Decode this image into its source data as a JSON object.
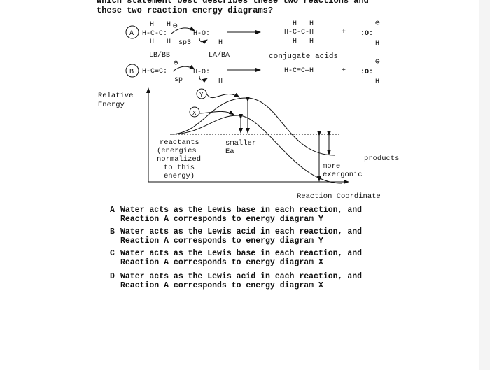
{
  "question": {
    "line1": "Which statement best describes these two reactions and",
    "line2": "these two reaction energy diagrams?"
  },
  "reactions": {
    "a": {
      "label": "A",
      "reactant1_top": "H   H",
      "reactant1": "H-C-C:",
      "reactant1_bottom": "H   H",
      "hybrid": "sp3",
      "charge": "⊖",
      "water": "H-O:",
      "water_h": "H",
      "product1_top": "H   H",
      "product1": "H-C-C-H",
      "product1_bottom": "H   H",
      "plus": "+",
      "hydroxide": ":O:",
      "hydroxide_h": "H"
    },
    "b": {
      "label": "B",
      "reactant1": "H-C≡C:",
      "hybrid": "sp",
      "charge": "⊖",
      "water": "H-O:",
      "water_h": "H",
      "product1": "H-C≡C—H",
      "plus": "+",
      "hydroxide": ":O:",
      "hydroxide_h": "H"
    },
    "labels": {
      "lb": "LB/BB",
      "la": "LA/BA",
      "conj": "conjugate acids"
    }
  },
  "diagram": {
    "ylabel1": "Relative",
    "ylabel2": "Energy",
    "xlabel": "Reaction Coordinate",
    "curve_y": "Y",
    "curve_x": "X",
    "reactants": [
      "reactants",
      "(energies",
      "normalized",
      "to this",
      "energy)"
    ],
    "smaller": [
      "smaller",
      "Ea"
    ],
    "products": "products",
    "exergonic": [
      "more",
      "exergonic"
    ]
  },
  "options": [
    {
      "letter": "A",
      "line1": "Water acts as the Lewis base in each reaction, and",
      "line2": "Reaction A corresponds to energy diagram Y"
    },
    {
      "letter": "B",
      "line1": "Water acts as the Lewis acid in each reaction, and",
      "line2": "Reaction A corresponds to energy diagram Y"
    },
    {
      "letter": "C",
      "line1": "Water acts as the Lewis base in each reaction, and",
      "line2": "Reaction A corresponds to energy diagram X"
    },
    {
      "letter": "D",
      "line1": "Water acts as the Lewis acid in each reaction, and",
      "line2": "Reaction A corresponds to energy diagram X"
    }
  ]
}
